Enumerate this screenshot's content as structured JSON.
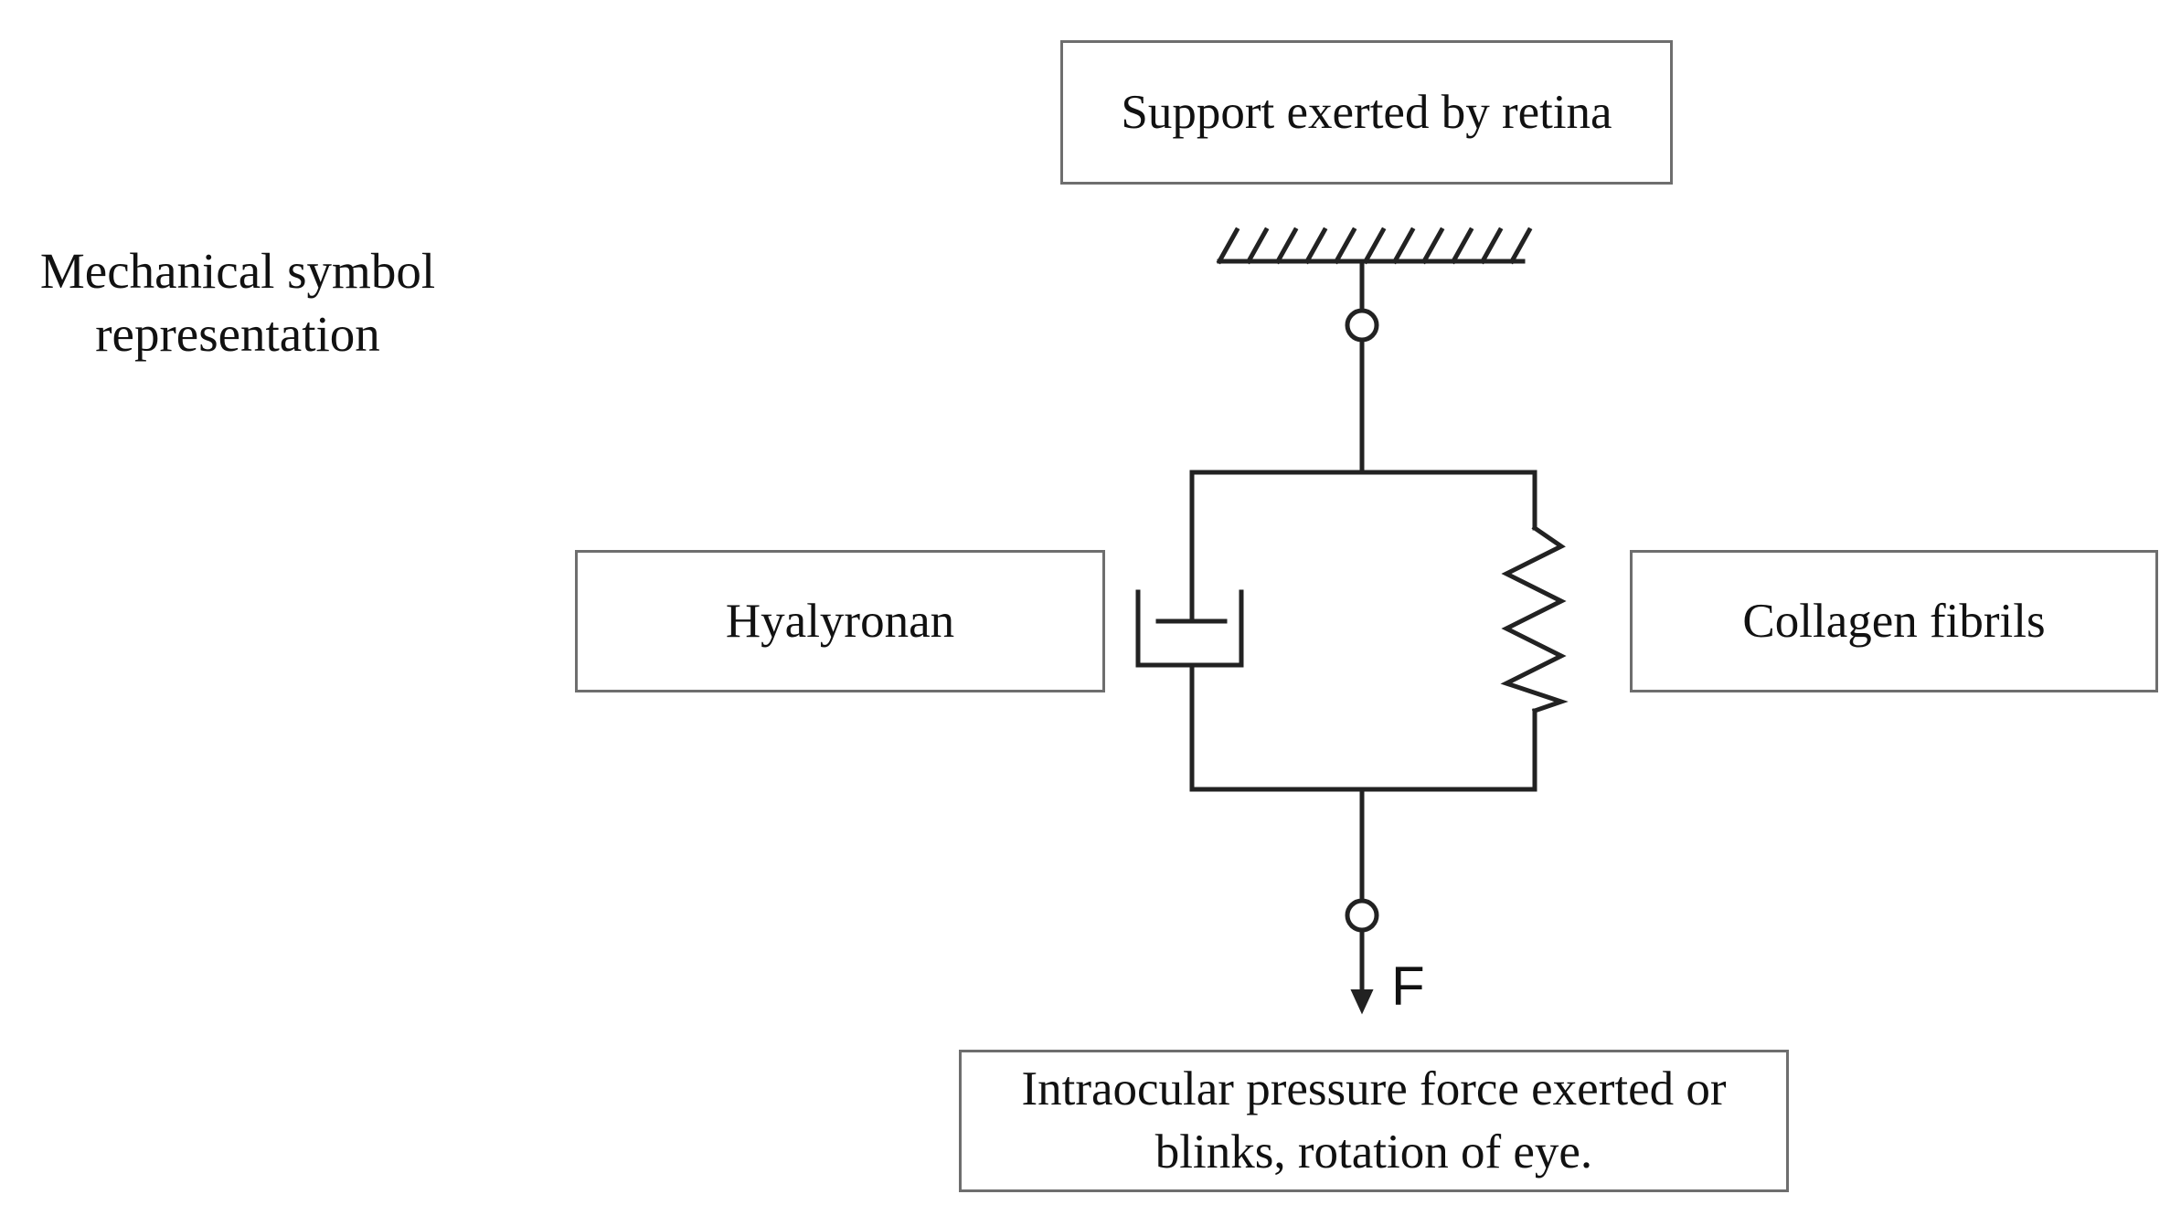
{
  "caption": {
    "line1": "Mechanical symbol",
    "line2": "representation"
  },
  "boxes": {
    "support": "Support exerted by retina",
    "damper_label": "Hyalyronan",
    "spring_label": "Collagen fibrils",
    "force_line1": "Intraocular pressure force exerted or",
    "force_line2": "blinks, rotation of eye."
  },
  "force_symbol": "F",
  "colors": {
    "line": "#222222",
    "box_border": "#6e6e6e",
    "background": "#ffffff"
  }
}
